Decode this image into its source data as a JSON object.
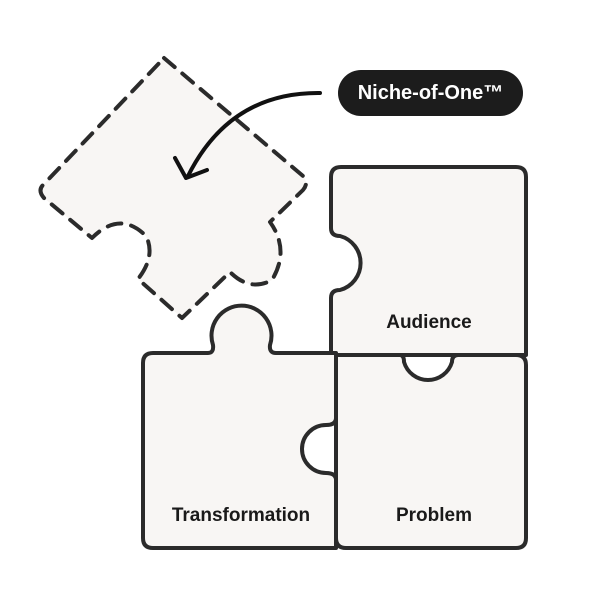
{
  "badge": {
    "label": "Niche-of-One™"
  },
  "pieces": [
    {
      "label": "Audience"
    },
    {
      "label": "Problem"
    },
    {
      "label": "Transformation"
    }
  ],
  "colors": {
    "piece_fill": "#f8f6f4",
    "stroke": "#2b2b2b",
    "badge_bg": "#1c1c1c"
  }
}
